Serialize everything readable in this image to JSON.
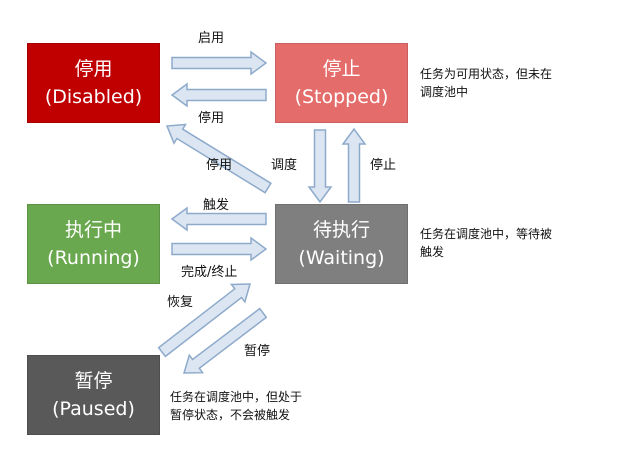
{
  "states": {
    "disabled": {
      "name": "停用",
      "en": "(Disabled)",
      "color": "#c00000"
    },
    "stopped": {
      "name": "停止",
      "en": "(Stopped)",
      "color": "#e46c6a"
    },
    "running": {
      "name": "执行中",
      "en": "(Running)",
      "color": "#6aa84f"
    },
    "waiting": {
      "name": "待执行",
      "en": "(Waiting)",
      "color": "#7f7f7f"
    },
    "paused": {
      "name": "暂停",
      "en": "(Paused)",
      "color": "#595959"
    }
  },
  "transitions": {
    "enable": "启用",
    "disable_top": "停用",
    "disable_diag": "停用",
    "schedule": "调度",
    "stop": "停止",
    "trigger": "触发",
    "complete": "完成/终止",
    "resume": "恢复",
    "pause": "暂停"
  },
  "notes": {
    "stopped": [
      "任务为可用状态，但未在",
      "调度池中"
    ],
    "waiting": [
      "任务在调度池中，等待被",
      "触发"
    ],
    "paused": [
      "任务在调度池中，但处于",
      "暂停状态，不会被触发"
    ]
  },
  "arrow_style": {
    "fill": "#dce6f2",
    "stroke": "#8eaacb"
  }
}
